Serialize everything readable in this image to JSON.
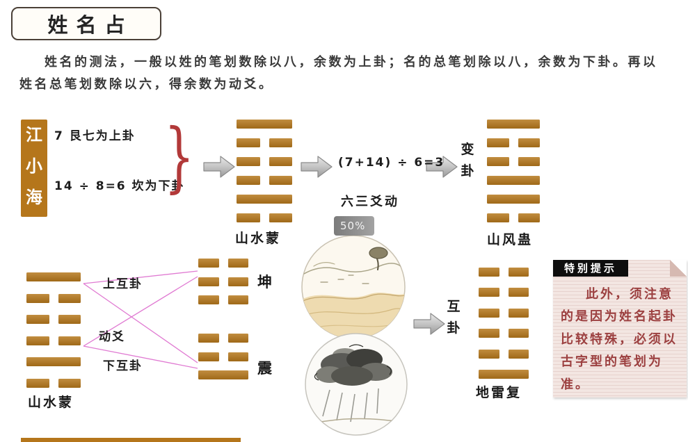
{
  "page": {
    "title": "姓名占",
    "intro": "姓名的测法，一般以姓的笔划数除以八，余数为上卦；名的总笔划除以八，余数为下卦。再以姓名总笔划数除以六，得余数为动爻。"
  },
  "example": {
    "name": "江小海",
    "upper_rule": "7 艮七为上卦",
    "lower_rule": "14 ÷ 8=6 坎为下卦",
    "moving_formula": "(7+14) ÷ 6=3",
    "moving_line": "六三爻动",
    "changed_label": "变卦",
    "original_hexagram_name": "山水蒙",
    "changed_hexagram_name": "山风蛊"
  },
  "mutual_section": {
    "source_hexagram_name": "山水蒙",
    "upper_mutual_label": "上互卦",
    "moving_line_label": "动爻",
    "lower_mutual_label": "下互卦",
    "upper_trigram_name": "坤",
    "lower_trigram_name": "震",
    "mutual_label": "互卦",
    "mutual_hexagram_name": "地雷复"
  },
  "notice": {
    "header": "特别提示",
    "body": "此外，须注意的是因为姓名起卦比较特殊，必须以古字型的笔划为准。"
  },
  "overlay": {
    "zoom_badge": "50%"
  },
  "decorations": {
    "brace": "}"
  },
  "hexagrams": {
    "meng_top": [
      1,
      0,
      0,
      0,
      1,
      0
    ],
    "gu_changed": [
      1,
      0,
      0,
      1,
      1,
      0
    ],
    "meng_bottom": [
      1,
      0,
      0,
      0,
      1,
      0
    ],
    "kun_trigram": [
      0,
      0,
      0
    ],
    "zhen_trigram": [
      0,
      0,
      1
    ],
    "fu_mutual": [
      0,
      0,
      0,
      0,
      0,
      1
    ]
  },
  "colors": {
    "hexagram_bar": "#b5771b",
    "brace_red": "#b23939",
    "notice_text": "#9c4040",
    "connector_pink": "#e07ad2"
  }
}
